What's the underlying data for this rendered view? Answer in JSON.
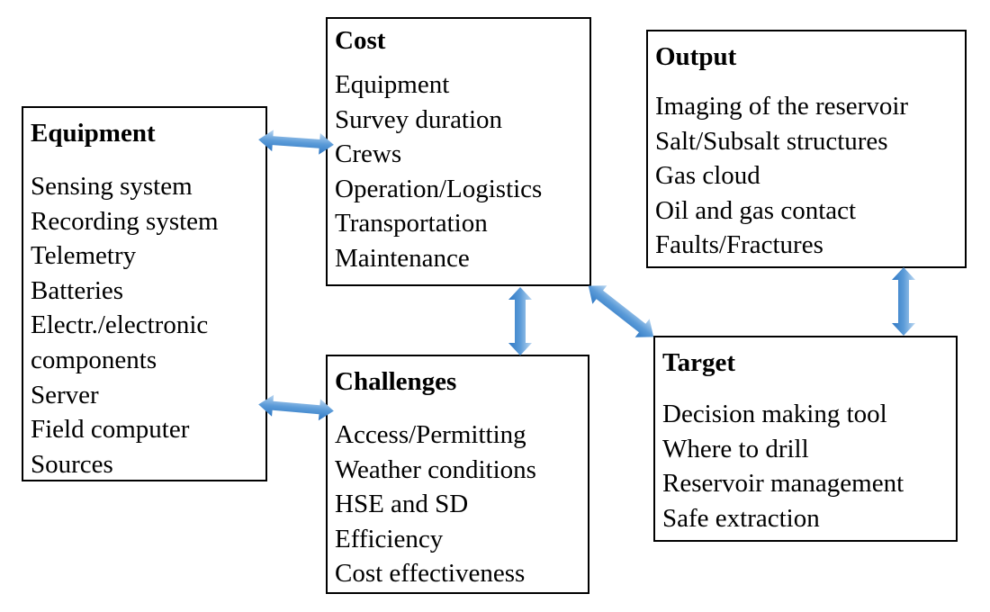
{
  "boxes": {
    "equipment": {
      "title": "Equipment",
      "items": [
        "Sensing system",
        "Recording system",
        "Telemetry",
        "Batteries",
        "Electr./electronic",
        "components",
        "Server",
        "Field computer",
        "Sources"
      ]
    },
    "cost": {
      "title": "Cost",
      "items": [
        "Equipment",
        "Survey duration",
        "Crews",
        "Operation/Logistics",
        "Transportation",
        "Maintenance"
      ]
    },
    "challenges": {
      "title": "Challenges",
      "items": [
        "Access/Permitting",
        "Weather conditions",
        "HSE and SD",
        "Efficiency",
        "Cost effectiveness"
      ]
    },
    "output": {
      "title": "Output",
      "items": [
        "Imaging of the reservoir",
        "Salt/Subsalt structures",
        "Gas cloud",
        "Oil and gas contact",
        "Faults/Fractures"
      ]
    },
    "target": {
      "title": "Target",
      "items": [
        "Decision making tool",
        "Where to drill",
        "Reservoir management",
        "Safe extraction"
      ]
    }
  },
  "colors": {
    "arrow_light": "#bcd8f2",
    "arrow_dark": "#2f78c4",
    "border": "#000000"
  }
}
